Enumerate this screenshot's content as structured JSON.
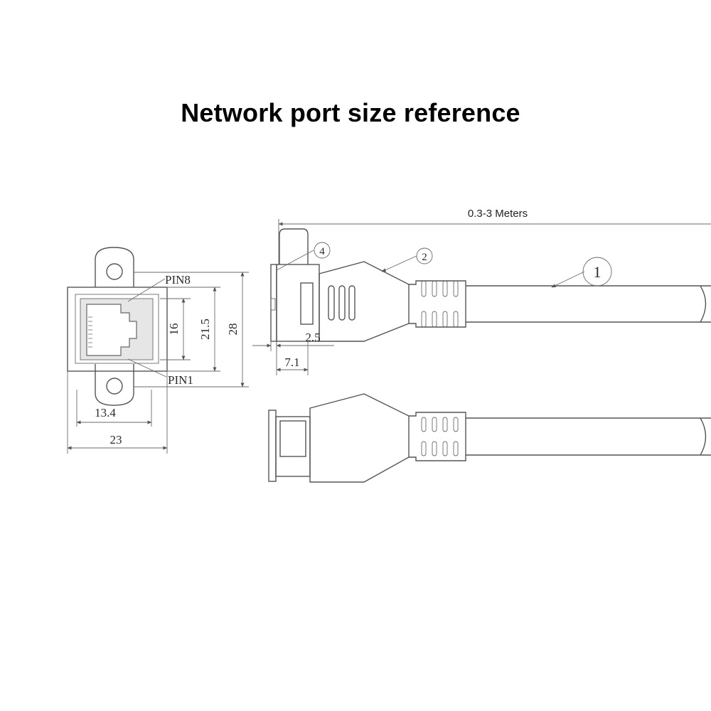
{
  "title": "Network port size reference",
  "cable_length": "0.3-3 Meters",
  "callouts": {
    "cable": "1",
    "boot": "2",
    "screw_flange": "4"
  },
  "pins": {
    "top": "PIN8",
    "bottom": "PIN1"
  },
  "dimensions": {
    "opening_height": "16",
    "body_height": "21.5",
    "flange_height": "28",
    "opening_width": "13.4",
    "flange_width": "23",
    "flange_thickness": "2.5",
    "shell_depth": "7.1"
  },
  "colors": {
    "line": "#555555",
    "text": "#000000",
    "background": "#ffffff"
  }
}
